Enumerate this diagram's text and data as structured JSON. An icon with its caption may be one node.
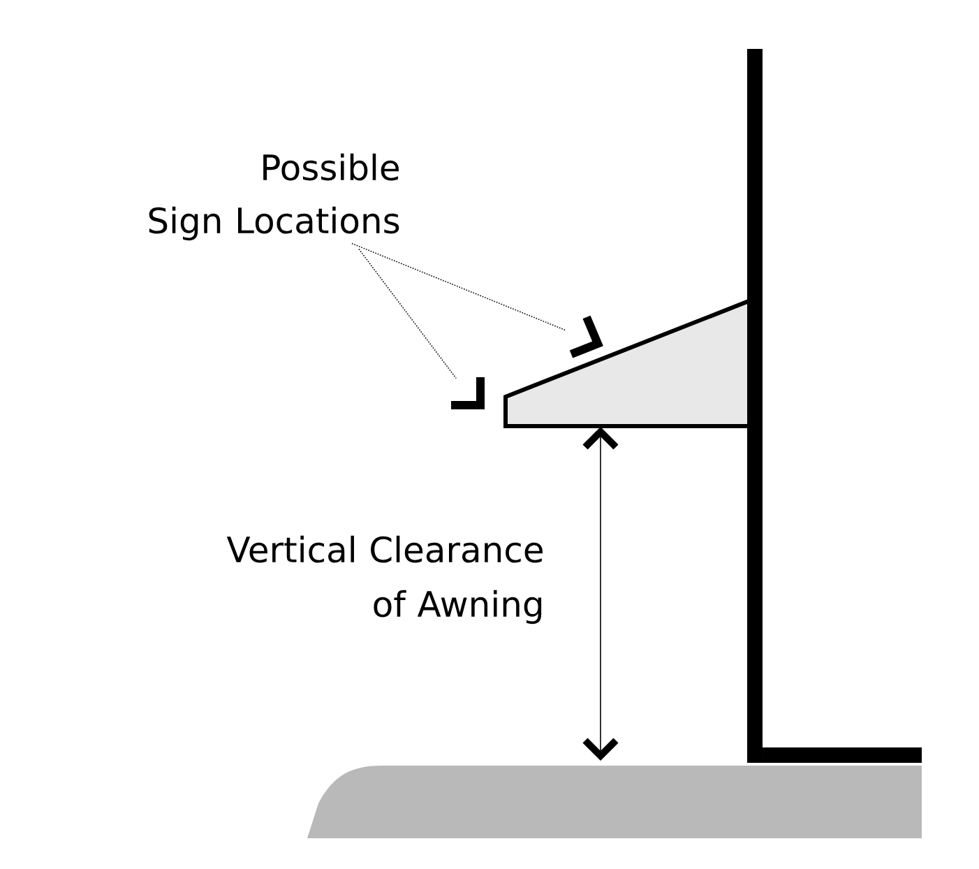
{
  "diagram": {
    "nodes": [
      {
        "text": [
          "Possible Sign Locations"
        ]
      },
      {
        "text": [],
        "shape": "bracket"
      },
      {
        "text": [],
        "shape": "bracket"
      }
    ],
    "edges": [
      {
        "from": 0,
        "to": 1,
        "arrow": "none"
      },
      {
        "from": 0,
        "to": 2,
        "arrow": "none"
      }
    ],
    "labels": [
      "Vertical Clearance of Awning"
    ]
  }
}
